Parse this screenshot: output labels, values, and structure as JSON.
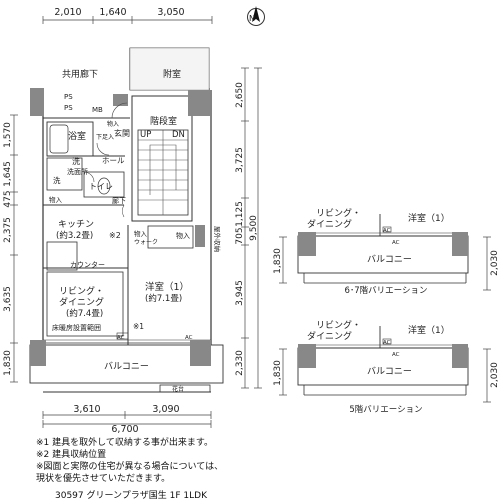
{
  "top_dims": [
    "2,010",
    "1,640",
    "3,050"
  ],
  "bottom_dims": [
    "3,610",
    "3,090"
  ],
  "bottom_total": "6,700",
  "left_dims": [
    "1,570",
    "1,645",
    "475",
    "2,375",
    "3,635",
    "1,830"
  ],
  "right_dims": [
    "2,650",
    "3,725",
    "1,125",
    "705",
    "3,945",
    "2,330"
  ],
  "right_total": "9,500",
  "rooms": {
    "common_corridor": "共用廊下",
    "yard": "附室",
    "ps1": "PS",
    "ps2": "PS",
    "mb": "MB",
    "storage_top": "物入",
    "shoes_storage": "下足入",
    "foyer": "玄関",
    "bath": "浴室",
    "stairwell": "階段室",
    "up": "UP",
    "dn": "DN",
    "hall": "ホール",
    "wash": "洗",
    "dressing": "洗面所",
    "washer": "洗",
    "toilet": "トイレ",
    "storage_left": "物入",
    "corridor": "廊下",
    "kitchen": "キッチン",
    "kitchen_size": "(約3.2畳)",
    "note2_mark": "※2",
    "closet": "物入",
    "walk_closet": "ウォーク",
    "storage_mid": "物入",
    "outdoor_storage": "屋外収納",
    "counter": "カウンター",
    "western": "洋室（1）",
    "western_size": "(約7.1畳)",
    "living": "リビング・",
    "dining": "ダイニング",
    "living_size": "(約7.4畳)",
    "floor_heating": "床暖房設置範囲",
    "note1_mark": "※1",
    "ac1": "AC",
    "ac2": "AC",
    "balcony": "バルコニー",
    "planter": "花台"
  },
  "variation1": {
    "living": "リビング・",
    "dining": "ダイニング",
    "western": "洋室（1）",
    "ac_a": "AC",
    "ac_b": "AC",
    "balcony": "バルコニー",
    "dim_left": "1,830",
    "dim_right": "2,030",
    "title": "6･7階バリエーション"
  },
  "variation2": {
    "living": "リビング・",
    "dining": "ダイニング",
    "western": "洋室（1）",
    "ac_a": "AC",
    "ac_b": "AC",
    "balcony": "バルコニー",
    "dim_left": "1,830",
    "dim_right": "2,030",
    "title": "5階バリエーション"
  },
  "compass": "N",
  "notes": [
    "※1  建具を取外して収納する事が出来ます。",
    "※2  建具収納位置",
    "※図面と実際の住宅が異なる場合については、",
    "    現状を優先させていただきます。"
  ],
  "caption": "30597 グリーンプラザ国生 1F 1LDK"
}
